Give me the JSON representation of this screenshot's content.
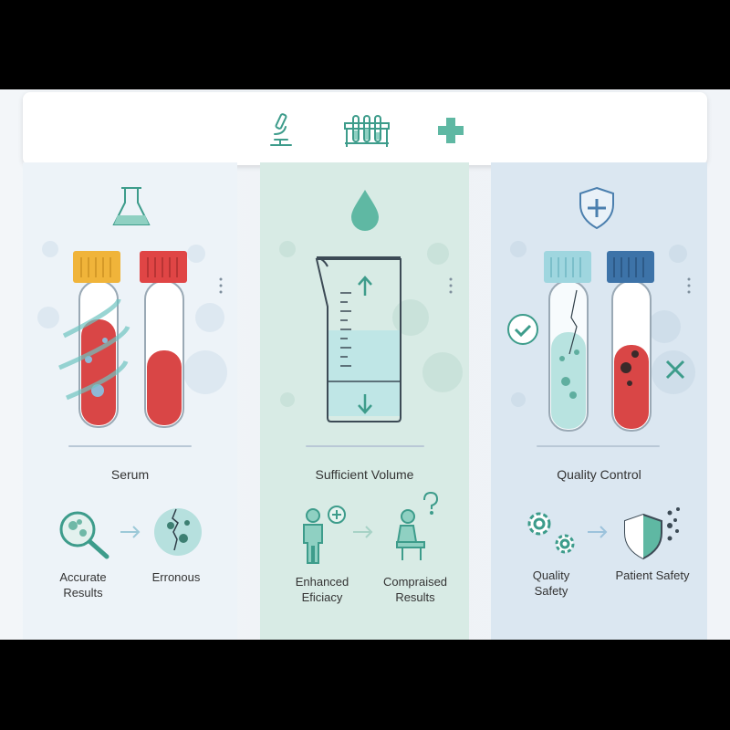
{
  "header": {
    "icons": [
      "microscope-icon",
      "test-tube-rack-icon",
      "medical-cross-icon"
    ]
  },
  "columns": [
    {
      "title": "Serum",
      "left_label": "Accurate\nResults",
      "right_label": "Erronous",
      "icons": [
        "flask-icon",
        "magnifier-icon",
        "cracked-cell-icon"
      ]
    },
    {
      "title": "Sufficient Volume",
      "left_label": "Enhanced\nEficiacy",
      "right_label": "Compraised\nResults",
      "icons": [
        "droplet-icon",
        "beaker-icon",
        "person-plus-icon",
        "person-question-icon"
      ]
    },
    {
      "title": "Quality Control",
      "left_label": "Quality\nSafety",
      "right_label": "Patient Safety",
      "icons": [
        "shield-plus-icon",
        "check-icon",
        "x-icon",
        "gears-icon",
        "shield-icon"
      ]
    }
  ],
  "colors": {
    "teal": "#3d9c8b",
    "red": "#d94646",
    "yellow": "#f0b43a",
    "blue_cap": "#3d73a8",
    "light_cap": "#9fd6df"
  }
}
